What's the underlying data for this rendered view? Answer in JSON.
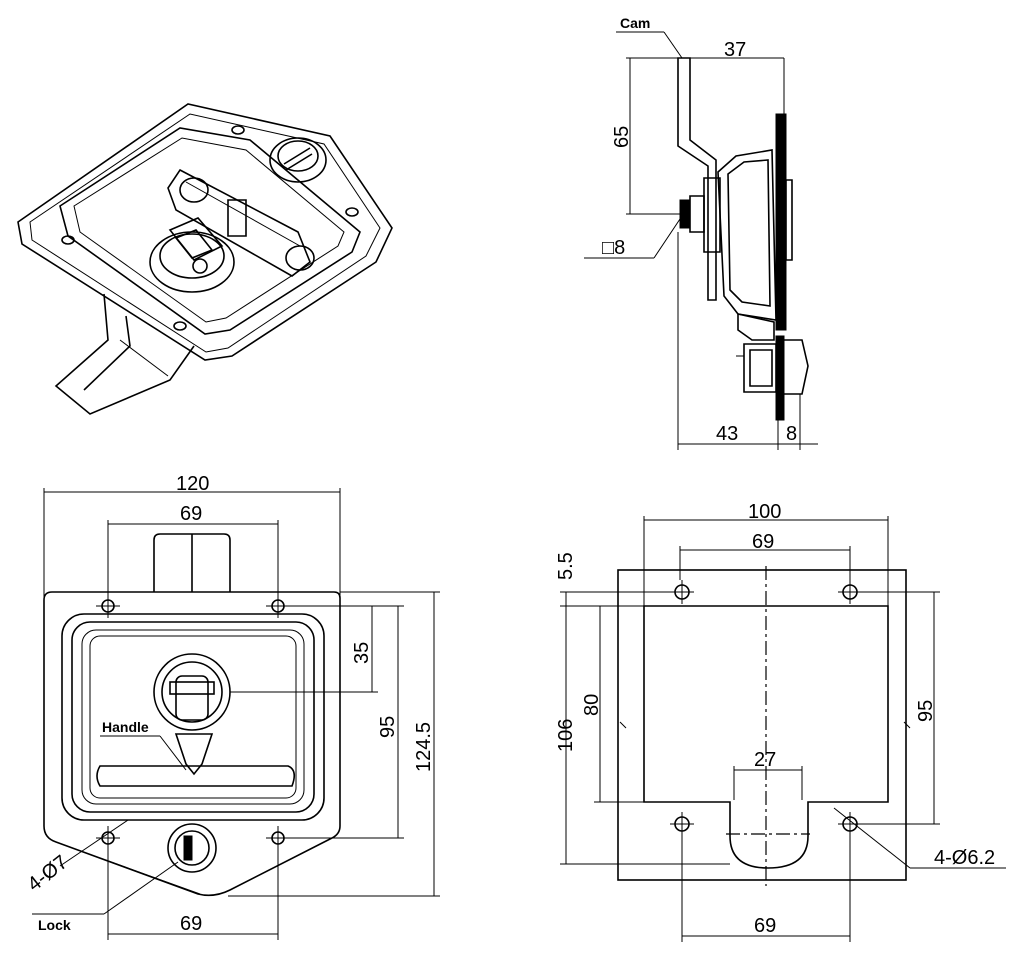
{
  "labels": {
    "cam": "Cam",
    "handle": "Handle",
    "lock": "Lock",
    "square8": "□8",
    "holes_front": "4-Ø7",
    "holes_back": "4-Ø6.2"
  },
  "dims_side": {
    "d37": "37",
    "d65": "65",
    "d43": "43",
    "d8": "8"
  },
  "dims_front": {
    "d120": "120",
    "d69_top": "69",
    "d35": "35",
    "d95": "95",
    "d124_5": "124.5",
    "d69_bottom": "69"
  },
  "dims_back": {
    "d100": "100",
    "d69_top": "69",
    "d5_5": "5.5",
    "d80": "80",
    "d106": "106",
    "d95": "95",
    "d27": "27",
    "d69_bottom": "69"
  }
}
